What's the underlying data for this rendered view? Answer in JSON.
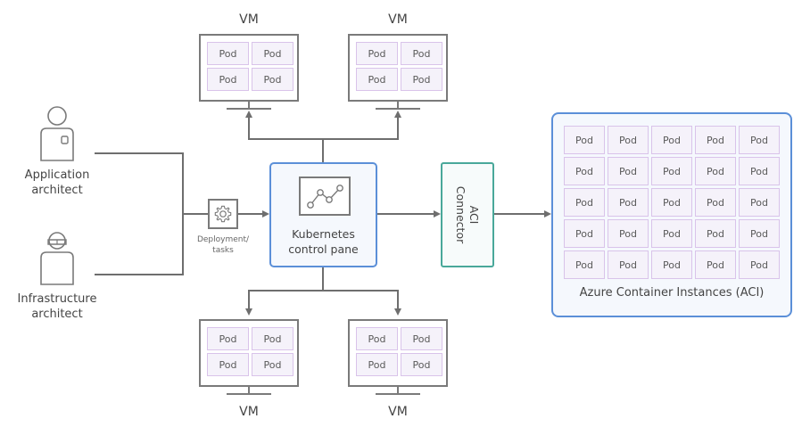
{
  "diagram": {
    "actors": [
      {
        "label_line1": "Application",
        "label_line2": "architect",
        "icon": "person-badge-icon"
      },
      {
        "label_line1": "Infrastructure",
        "label_line2": "architect",
        "icon": "person-goggles-icon"
      }
    ],
    "deployment": {
      "label_line1": "Deployment/",
      "label_line2": "tasks",
      "icon": "gear-icon"
    },
    "control_plane": {
      "label_line1": "Kubernetes",
      "label_line2": "control pane",
      "icon": "line-chart-icon"
    },
    "vms": [
      {
        "label": "VM",
        "pods": [
          "Pod",
          "Pod",
          "Pod",
          "Pod"
        ]
      },
      {
        "label": "VM",
        "pods": [
          "Pod",
          "Pod",
          "Pod",
          "Pod"
        ]
      },
      {
        "label": "VM",
        "pods": [
          "Pod",
          "Pod",
          "Pod",
          "Pod"
        ]
      },
      {
        "label": "VM",
        "pods": [
          "Pod",
          "Pod",
          "Pod",
          "Pod"
        ]
      }
    ],
    "connector": {
      "label_line1": "ACI",
      "label_line2": "Connector"
    },
    "aci": {
      "label": "Azure Container Instances (ACI)",
      "pod_label": "Pod",
      "rows": 5,
      "cols": 5
    },
    "colors": {
      "control_plane_border": "#5b8fd8",
      "connector_border": "#49a89a",
      "pod_fill": "#f5f2fa",
      "pod_border": "#d9c3ea",
      "line": "#6e6e6e"
    }
  }
}
